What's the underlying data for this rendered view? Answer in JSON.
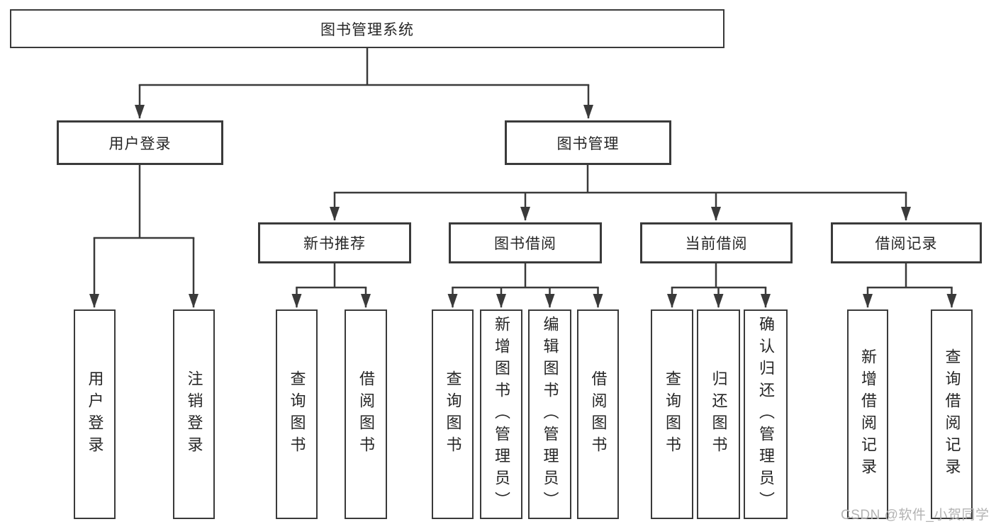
{
  "diagram": {
    "title": "图书管理系统",
    "level2": {
      "user_login": "用户登录",
      "book_mgmt": "图书管理"
    },
    "level3": {
      "new_books": "新书推荐",
      "book_borrow": "图书借阅",
      "current_borrow": "当前借阅",
      "borrow_records": "借阅记录"
    },
    "leaves": {
      "user_login_1": "用户登录",
      "user_login_2": "注销登录",
      "new_books_1": "查询图书",
      "new_books_2": "借阅图书",
      "book_borrow_1": "查询图书",
      "book_borrow_2": "新增图书（管理员）",
      "book_borrow_3": "编辑图书（管理员）",
      "book_borrow_4": "借阅图书",
      "current_borrow_1": "查询图书",
      "current_borrow_2": "归还图书",
      "current_borrow_3": "确认归还（管理员）",
      "borrow_records_1": "新增借阅记录",
      "borrow_records_2": "查询借阅记录"
    }
  },
  "watermark": {
    "text": "CSDN @软件_小贺同学"
  },
  "colors": {
    "line": "#3a3a3a",
    "box_background": "#ffffff",
    "text": "#262626",
    "watermark": "#b3b3b3",
    "page_background": "#ffffff"
  }
}
